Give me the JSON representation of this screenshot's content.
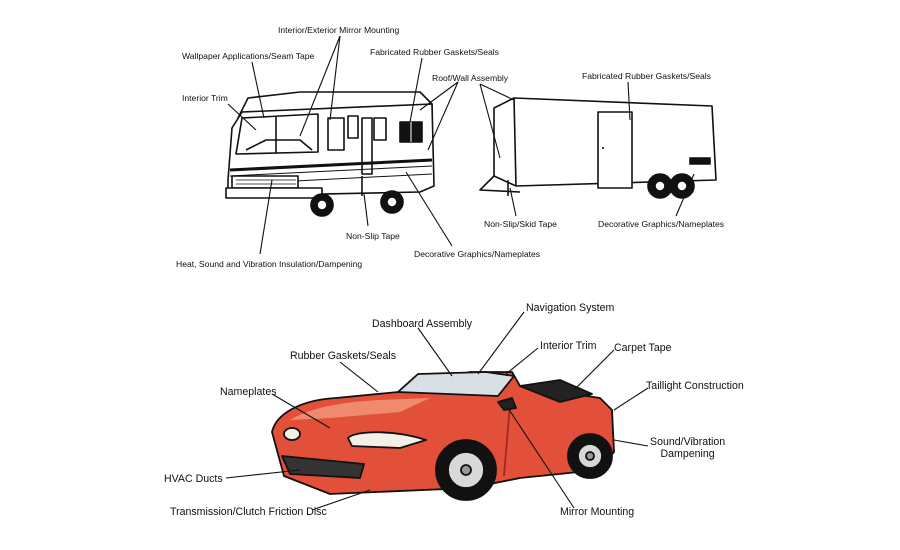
{
  "colors": {
    "ink": "#111111",
    "car_body": "#e2503a",
    "car_shadow": "#9c2a1f",
    "car_highlight": "#f08a6e",
    "glass": "#d8e0e6",
    "rv_fill": "#ffffff",
    "rv_stripe": "#111111"
  },
  "rv_labels": {
    "mirror": "Interior/Exterior Mirror Mounting",
    "wallpaper": "Wallpaper Applications/Seam Tape",
    "gaskets": "Fabricated Rubber Gaskets/Seals",
    "roof": "Roof/Wall Assembly",
    "interior_trim": "Interior Trim",
    "non_slip": "Non-Slip Tape",
    "insulation": "Heat, Sound and Vibration Insulation/Dampening",
    "graphics": "Decorative Graphics/Nameplates"
  },
  "trailer_labels": {
    "gaskets": "Fabricated Rubber Gaskets/Seals",
    "skid": "Non-Slip/Skid Tape",
    "graphics": "Decorative Graphics/Nameplates"
  },
  "car_labels": {
    "navigation": "Navigation System",
    "dashboard": "Dashboard Assembly",
    "interior_trim": "Interior Trim",
    "carpet": "Carpet Tape",
    "gaskets": "Rubber Gaskets/Seals",
    "taillight": "Taillight Construction",
    "nameplates": "Nameplates",
    "sound_1": "Sound/Vibration",
    "sound_2": "Dampening",
    "hvac": "HVAC Ducts",
    "transmission": "Transmission/Clutch Friction Disc",
    "mirror": "Mirror Mounting"
  }
}
